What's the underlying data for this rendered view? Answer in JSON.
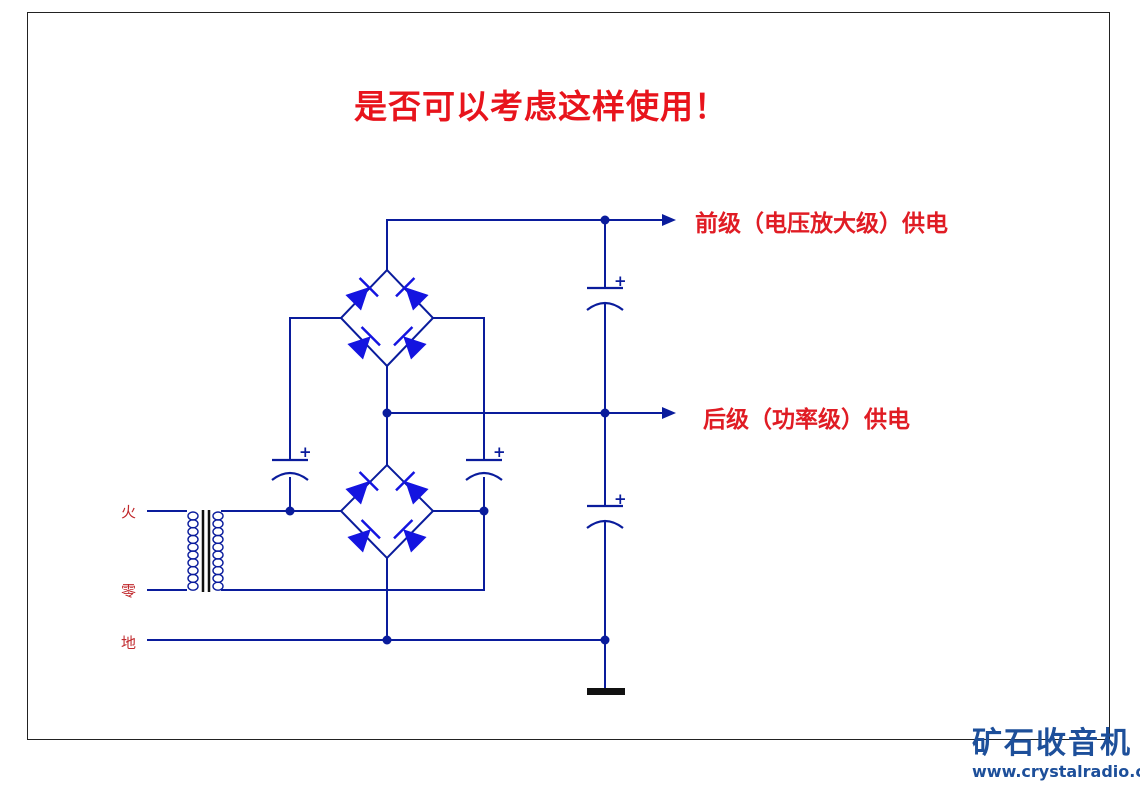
{
  "title": "是否可以考虑这样使用！",
  "labels": {
    "pre_stage": "前级（电压放大级）供电",
    "post_stage": "后级（功率级）供电",
    "live": "火",
    "neutral": "零",
    "earth": "地"
  },
  "capacitor_polarity": "+",
  "watermark": {
    "name": "矿石收音机",
    "url": "www.crystalradio.cn"
  },
  "colors": {
    "wire": "#0a1c9c",
    "diode": "#1414e0",
    "label": "#e01c24",
    "frame": "#222222"
  }
}
